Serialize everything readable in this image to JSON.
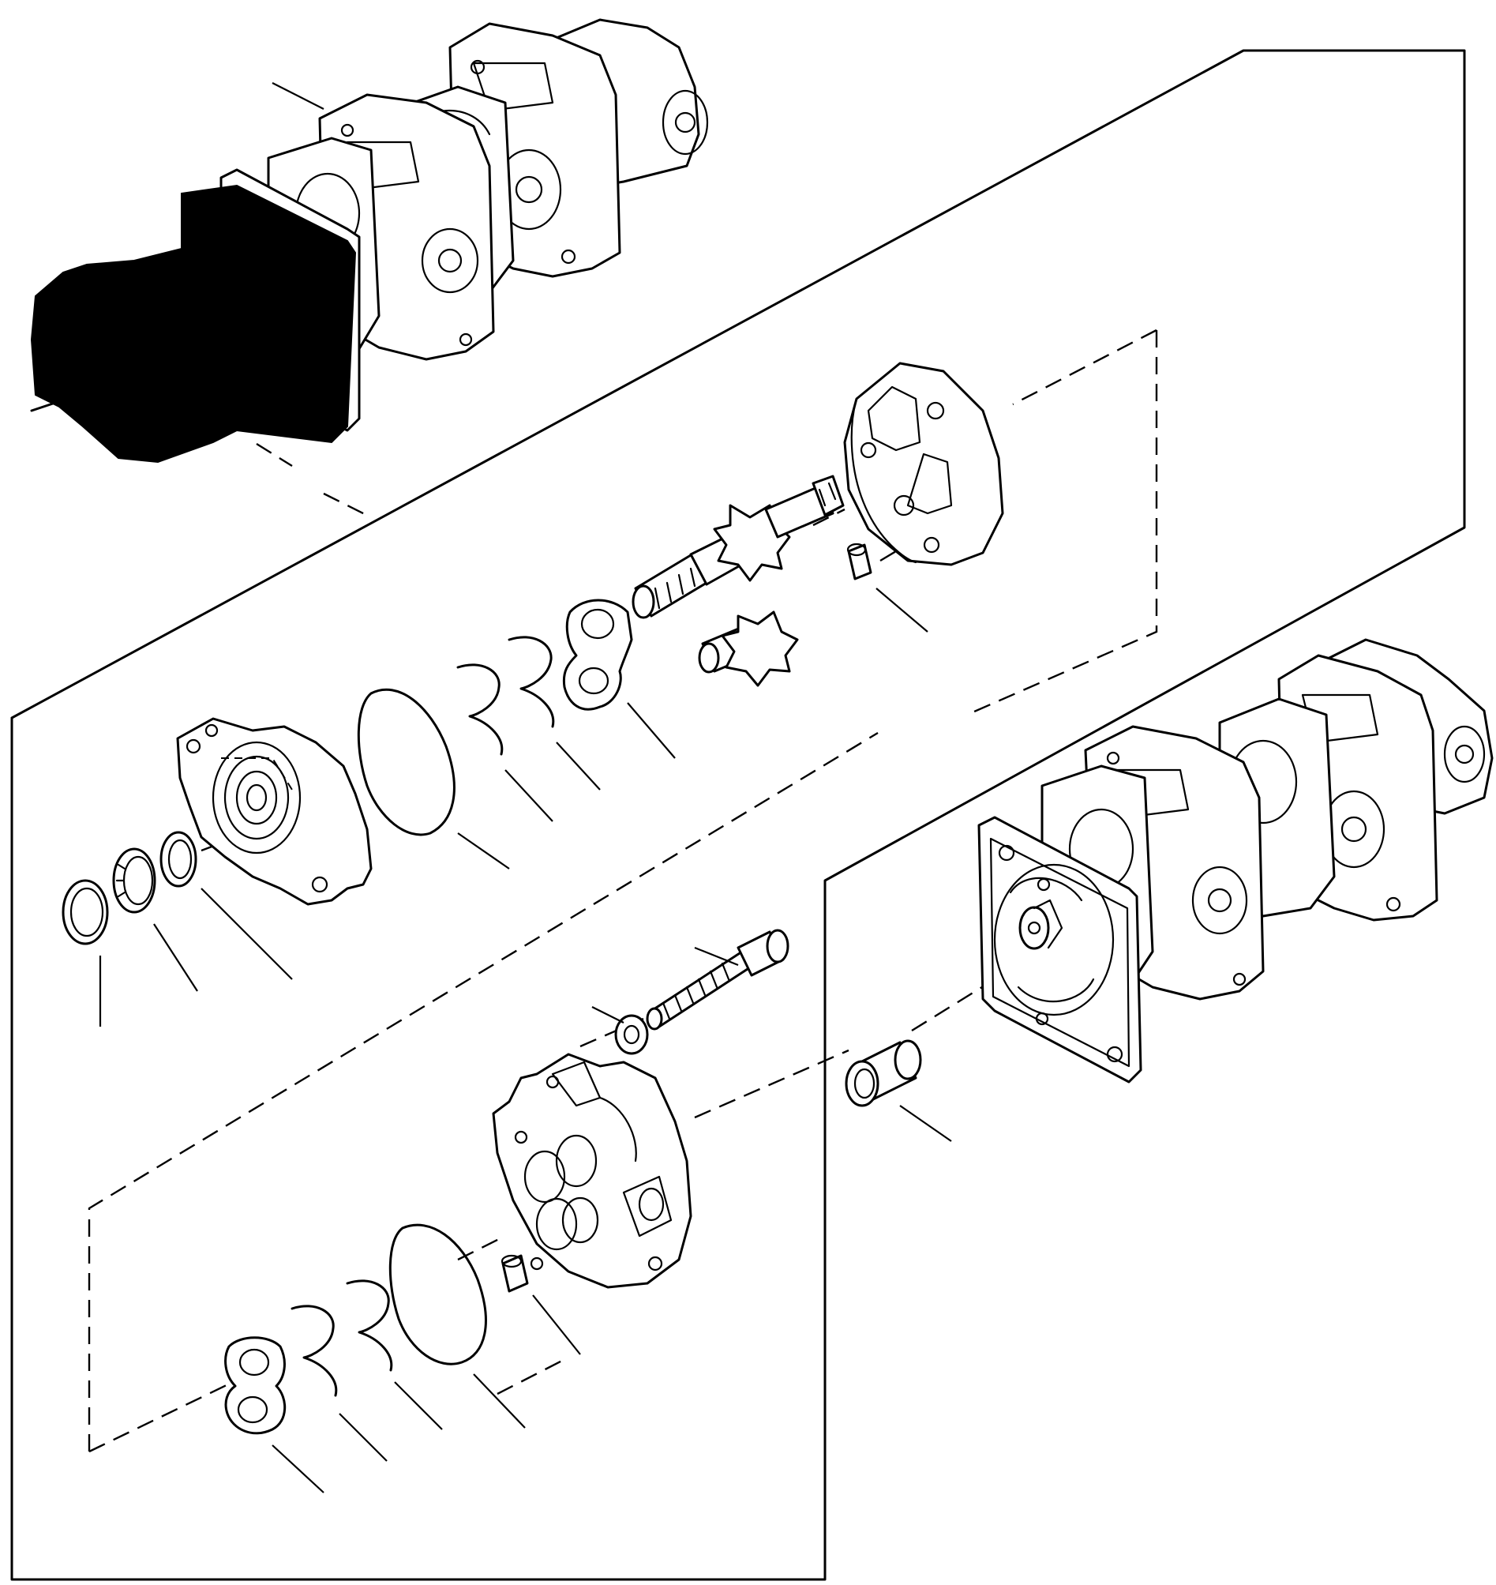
{
  "diagram": {
    "kind": "exploded-parts-view",
    "subject": "tandem-gear-pump",
    "parts": [
      {
        "id": "pump-assembly-top",
        "icon": "gear-pump-assembly-icon"
      },
      {
        "id": "motor-housing-black",
        "icon": "black-housing-icon"
      },
      {
        "id": "gear-body-rear",
        "icon": "gear-body-icon"
      },
      {
        "id": "drive-gear-shaft",
        "icon": "gear-shaft-icon"
      },
      {
        "id": "driven-gear",
        "icon": "gear-icon"
      },
      {
        "id": "dowel-pin-upper",
        "icon": "pin-icon"
      },
      {
        "id": "thrust-plate-upper",
        "icon": "figure-eight-plate-icon"
      },
      {
        "id": "backup-ring-upper-a",
        "icon": "seal-icon"
      },
      {
        "id": "backup-ring-upper-b",
        "icon": "seal-icon"
      },
      {
        "id": "o-ring-upper",
        "icon": "o-ring-icon"
      },
      {
        "id": "front-cover",
        "icon": "cover-plate-icon"
      },
      {
        "id": "snap-ring",
        "icon": "snap-ring-icon"
      },
      {
        "id": "oil-seal",
        "icon": "oil-seal-icon"
      },
      {
        "id": "seal-washer",
        "icon": "washer-icon"
      },
      {
        "id": "cap-screw",
        "icon": "bolt-icon"
      },
      {
        "id": "washer-small",
        "icon": "washer-icon"
      },
      {
        "id": "coupling-sleeve",
        "icon": "sleeve-icon"
      },
      {
        "id": "pump-assembly-right",
        "icon": "gear-pump-assembly-icon"
      },
      {
        "id": "gear-body-lower",
        "icon": "gear-body-icon"
      },
      {
        "id": "dowel-pin-lower",
        "icon": "pin-icon"
      },
      {
        "id": "o-ring-lower",
        "icon": "o-ring-icon"
      },
      {
        "id": "backup-ring-lower-a",
        "icon": "seal-icon"
      },
      {
        "id": "backup-ring-lower-b",
        "icon": "seal-icon"
      },
      {
        "id": "thrust-plate-lower",
        "icon": "figure-eight-plate-icon"
      }
    ]
  }
}
